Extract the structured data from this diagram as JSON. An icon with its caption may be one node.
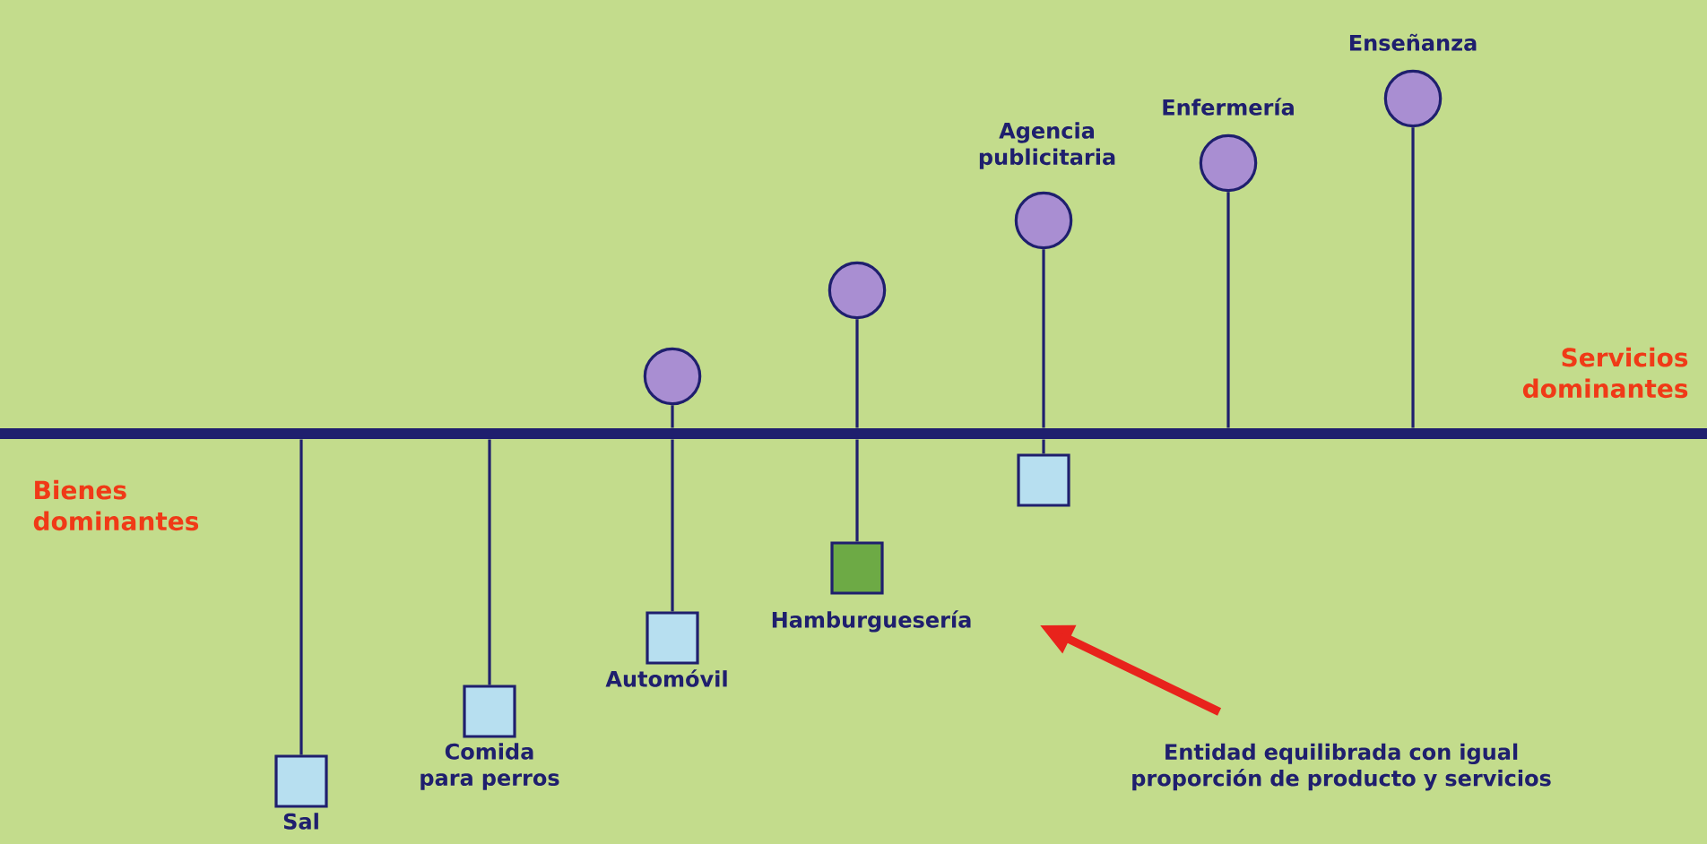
{
  "diagram": {
    "nodes": [
      {
        "text": [],
        "shape": "bar"
      },
      {
        "text": [
          "Sal"
        ]
      },
      {
        "text": [
          "Comida para perros"
        ]
      },
      {
        "text": [
          "Automóvil"
        ]
      },
      {
        "text": [],
        "shape": "circle"
      },
      {
        "text": [
          "Hamburguesería"
        ]
      },
      {
        "text": [],
        "shape": "circle"
      },
      {
        "text": [],
        "shape": "box"
      },
      {
        "text": [
          "Agencia publicitaria"
        ]
      },
      {
        "text": [
          "Enfermería"
        ]
      },
      {
        "text": [
          "Enseñanza"
        ]
      },
      {
        "text": [
          "Entidad equilibrada con igual proporción de producto y servicios"
        ]
      }
    ],
    "edges": [
      {
        "from": 1,
        "to": 0,
        "arrow": "none"
      },
      {
        "from": 2,
        "to": 0,
        "arrow": "none"
      },
      {
        "from": 3,
        "to": 0,
        "arrow": "none"
      },
      {
        "from": 4,
        "to": 0,
        "arrow": "none"
      },
      {
        "from": 5,
        "to": 0,
        "arrow": "none"
      },
      {
        "from": 6,
        "to": 0,
        "arrow": "none"
      },
      {
        "from": 7,
        "to": 0,
        "arrow": "none"
      },
      {
        "from": 8,
        "to": 0,
        "arrow": "none"
      },
      {
        "from": 9,
        "to": 0,
        "arrow": "none"
      },
      {
        "from": 10,
        "to": 0,
        "arrow": "none"
      },
      {
        "from": 11,
        "to": 5,
        "arrow": "to",
        "style": "thick",
        "color": "#e8231c"
      }
    ],
    "labels": [
      "Servicios dominantes",
      "Bienes dominantes"
    ]
  }
}
